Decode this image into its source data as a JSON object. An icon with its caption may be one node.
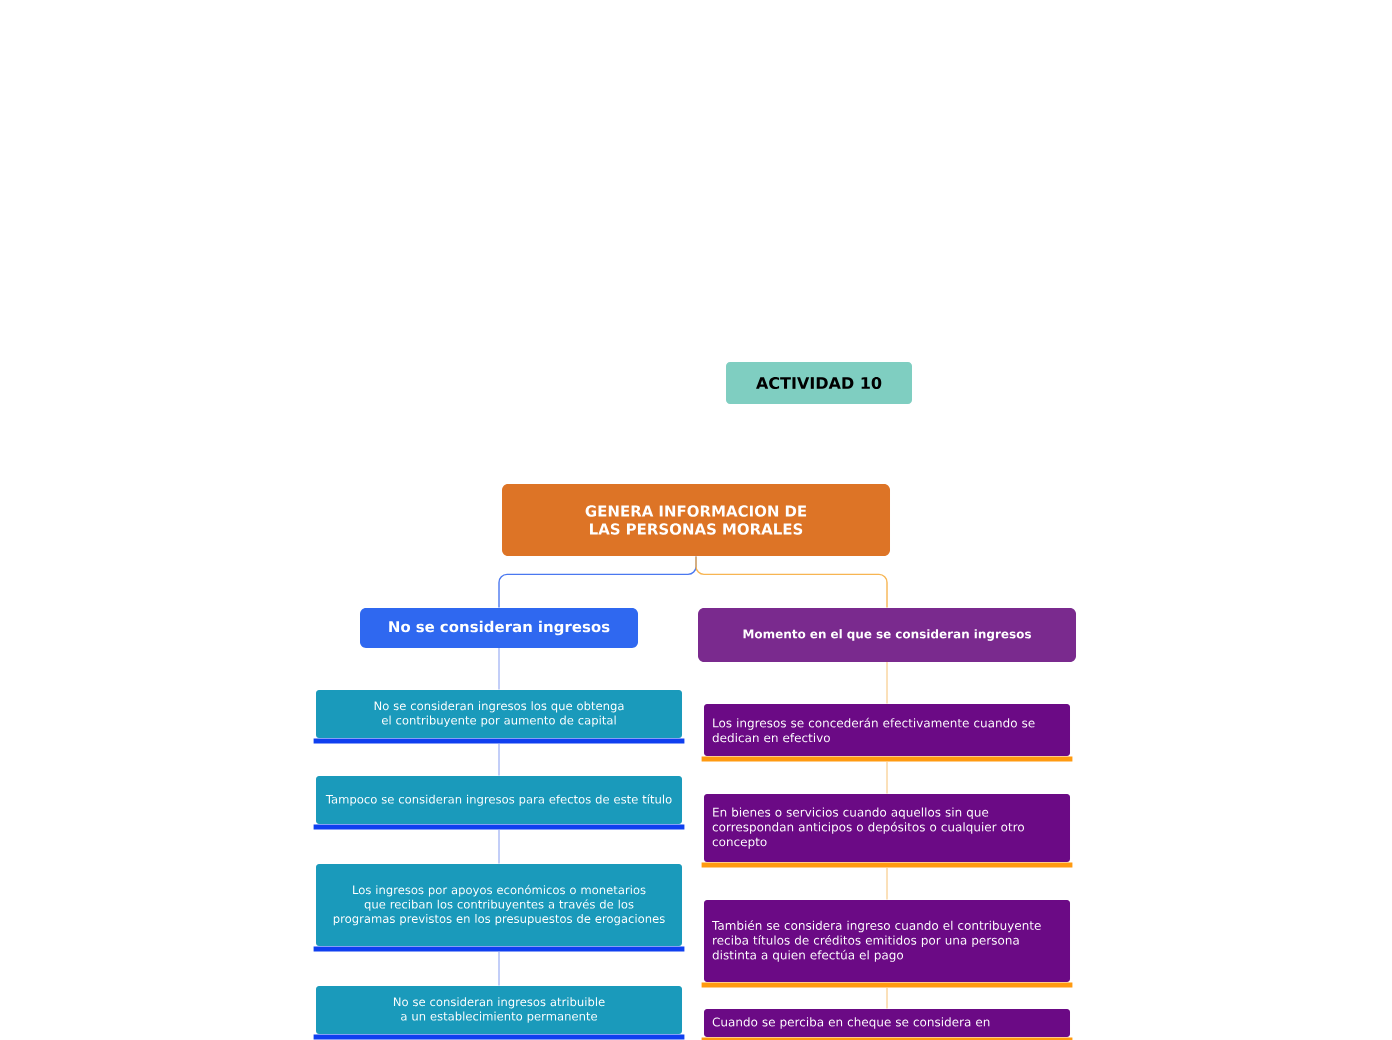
{
  "diagram": {
    "title": "ACTIVIDAD 10",
    "nodes": [
      {
        "text": [
          "GENERA INFORMACION DE LAS PERSONAS MORALES"
        ]
      },
      {
        "text": [
          "No se consideran ingresos"
        ]
      },
      {
        "text": [
          "Momento en el que se consideran ingresos"
        ]
      },
      {
        "text": [
          "No se consideran ingresos los que obtenga el contribuyente por aumento de capital"
        ]
      },
      {
        "text": [
          "Tampoco se consideran ingresos para efectos de este título"
        ]
      },
      {
        "text": [
          "Los ingresos por apoyos económicos o monetarios que reciban los contribuyentes a través de los programas previstos en los presupuestos de erogaciones"
        ]
      },
      {
        "text": [
          "No se consideran ingresos atribuible a un establecimiento permanente"
        ]
      },
      {
        "text": [
          "Los ingresos se concederán efectivamente cuando se dedican en efectivo"
        ]
      },
      {
        "text": [
          "En bienes o servicios cuando aquellos sin que correspondan anticipos o depósitos o cualquier otro concepto"
        ]
      },
      {
        "text": [
          "También se considera ingreso cuando el contribuyente reciba títulos de créditos emitidos por una persona distinta a quien efectúa el pago"
        ]
      },
      {
        "text": [
          "Cuando se perciba en cheque se considera en"
        ]
      }
    ],
    "edges": [
      {
        "from": 0,
        "to": 1,
        "arrow": "none",
        "color": "#4a78f0"
      },
      {
        "from": 0,
        "to": 2,
        "arrow": "none",
        "color": "#f7b552"
      },
      {
        "from": 1,
        "to": 3,
        "arrow": "none",
        "color": "#a9b9f5"
      },
      {
        "from": 3,
        "to": 4,
        "arrow": "none",
        "color": "#a9b9f5"
      },
      {
        "from": 4,
        "to": 5,
        "arrow": "none",
        "color": "#a9b9f5"
      },
      {
        "from": 5,
        "to": 6,
        "arrow": "none",
        "color": "#a9b9f5"
      },
      {
        "from": 2,
        "to": 7,
        "arrow": "none",
        "color": "#f9d49c"
      },
      {
        "from": 7,
        "to": 8,
        "arrow": "none",
        "color": "#f9d49c"
      },
      {
        "from": 8,
        "to": 9,
        "arrow": "none",
        "color": "#f9d49c"
      },
      {
        "from": 9,
        "to": 10,
        "arrow": "none",
        "color": "#f9d49c"
      }
    ]
  }
}
